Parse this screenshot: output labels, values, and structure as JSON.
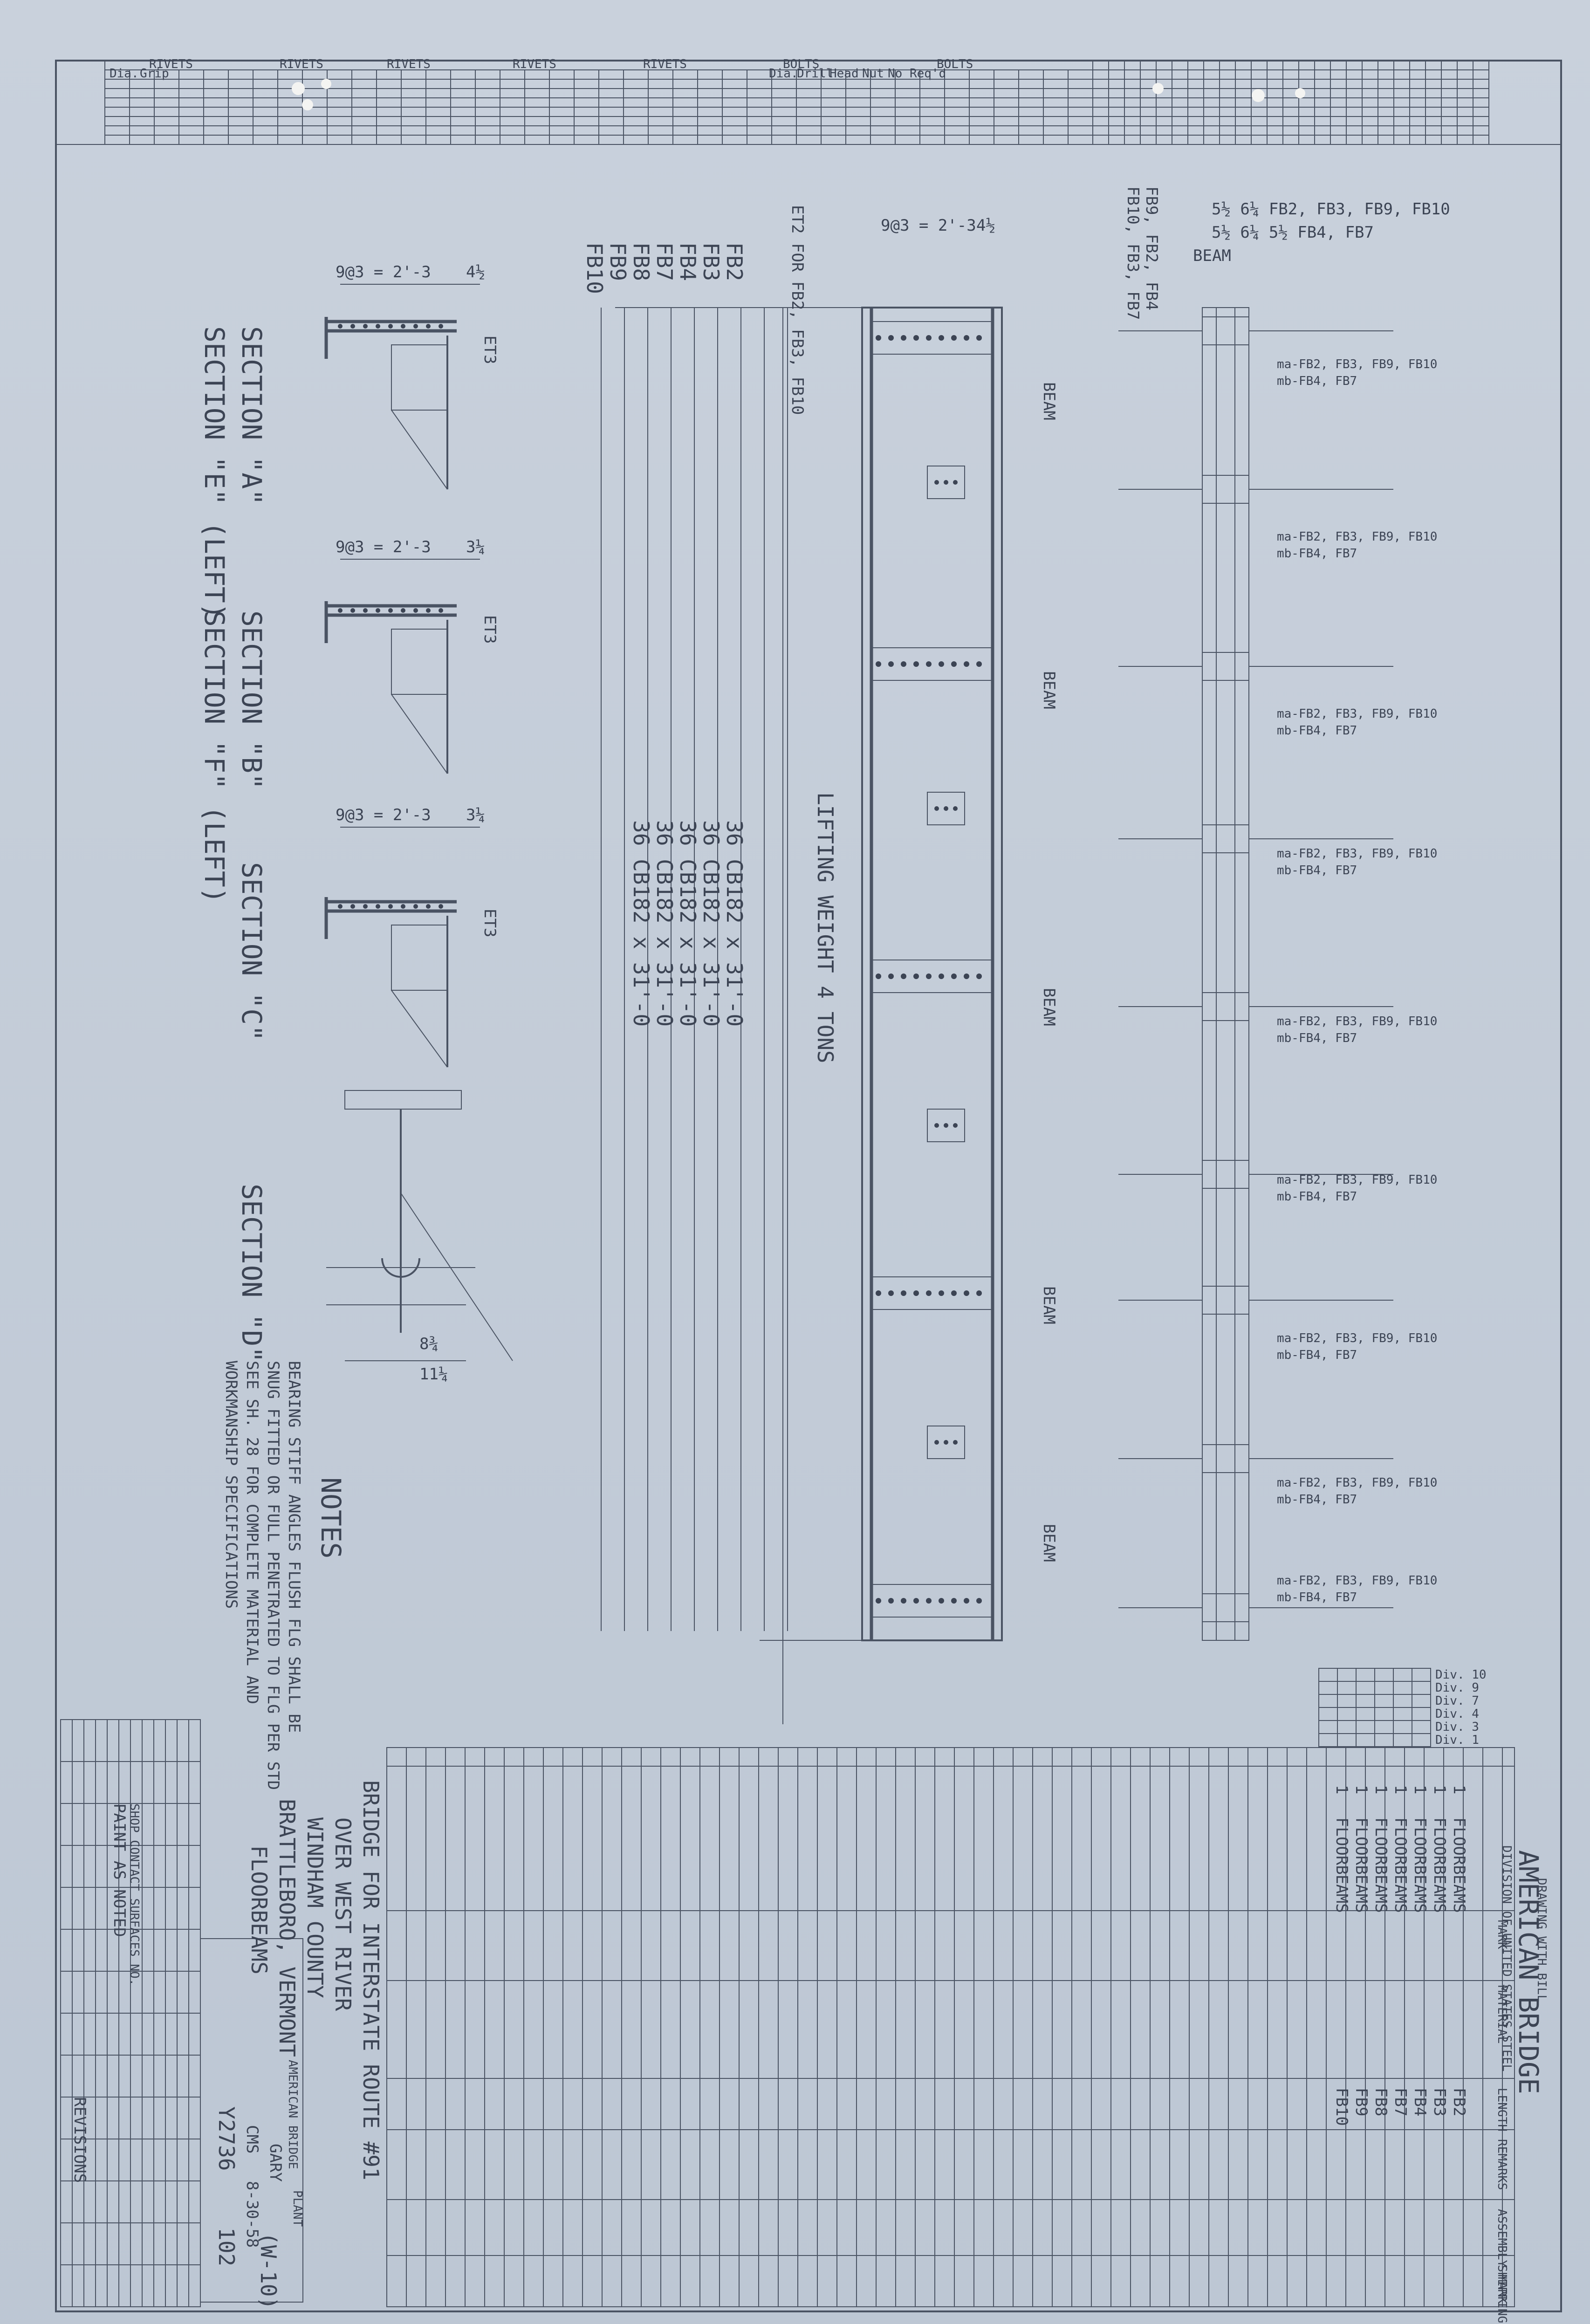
{
  "header_table": {
    "rivet_groups": [
      "RIVETS",
      "RIVETS",
      "RIVETS",
      "RIVETS",
      "RIVETS"
    ],
    "bolt_groups": [
      "BOLTS",
      "BOLTS"
    ],
    "rivet_cols": [
      "Dia.",
      "Grip"
    ],
    "bolt_cols": [
      "Dia.",
      "Drill",
      "Head",
      "Nut",
      "No Req'd"
    ]
  },
  "sections": {
    "a": {
      "title": "SECTION \"A\"",
      "sub": "SECTION \"E\" (LEFT)",
      "dim": "9@3 = 2'-3",
      "dim_end": "4½",
      "mark": "ET3"
    },
    "b": {
      "title": "SECTION \"B\"",
      "sub": "SECTION \"F\" (LEFT)",
      "dim": "9@3 = 2'-3",
      "dim_end": "3¼",
      "mark": "ET3"
    },
    "c": {
      "title": "SECTION \"C\"",
      "dim": "9@3 = 2'-3",
      "dim_end": "3¼",
      "mark": "ET3"
    },
    "d": {
      "title": "SECTION \"D\"",
      "dim1": "8¾",
      "dim2": "11¼"
    }
  },
  "notes": {
    "title": "NOTES",
    "lines": [
      "BEARING STIFF ANGLES FLUSH FLG SHALL BE",
      "SNUG FITTED OR FULL PENETRATED TO FLG PER STD",
      "SEE SH. 28 FOR COMPLETE MATERIAL AND",
      "WORKMANSHIP SPECIFICATIONS"
    ]
  },
  "main_view": {
    "lifting": "LIFTING WEIGHT 4 TONS",
    "top_dim": "9@3 = 2'-3",
    "top_dim_end": "4½",
    "marks_col": [
      "FB2",
      "FB3",
      "FB4",
      "FB7",
      "FB8",
      "FB9",
      "FB10"
    ],
    "sizes": [
      "36 CB182 x 31'-0",
      "36 CB182 x 31'-0",
      "36 CB182 x 31'-0",
      "36 CB182 x 31'-0",
      "36 CB182 x 31'-0"
    ],
    "et_label": "ET2 FOR FB2, FB3, FB10",
    "beam_label": "BEAM",
    "right_note": "FB10, FB3, FB7",
    "right_note2": "FB9, FB2, FB4",
    "right_dims": "5½ 6¼ FB2, FB3, FB9, FB10",
    "right_dims2": "5½ 6¼ 5½ FB4, FB7",
    "repeat_note": "ma-FB2, FB3, FB9, FB10",
    "repeat_note2": "mb-FB4, FB7"
  },
  "title_block": {
    "company": "AMERICAN BRIDGE",
    "company_sub": "DIVISION OF UNITED STATES STEEL",
    "drawing_with": "DRAWING WITH BILL",
    "project": [
      "BRIDGE FOR INTERSTATE ROUTE #91",
      "OVER WEST RIVER",
      "WINDHAM COUNTY",
      "BRATTLEBORO, VERMONT",
      "FLOORBEAMS"
    ],
    "order_no": "Y2736",
    "sheet_no": "102",
    "revision": "(W-10)",
    "drawn_by": "CMS",
    "date": "8-30-58",
    "made_at": "GARY",
    "plant": "PLANT",
    "revisions_label": "REVISIONS",
    "stamp_lines": [
      "PAINT AS NOTED",
      "SHOP CONTACT SURFACES NO."
    ]
  },
  "bill": {
    "headers": [
      "MARK",
      "MATERIAL",
      "LENGTH",
      "REMARKS",
      "ASSEMBLY MARK",
      "SHIPPING MARK"
    ],
    "rows": [
      {
        "name": "FLOORBEAMS",
        "mark": "FB2",
        "qty": "1"
      },
      {
        "name": "FLOORBEAMS",
        "mark": "FB3",
        "qty": "1"
      },
      {
        "name": "FLOORBEAMS",
        "mark": "FB4",
        "qty": "1"
      },
      {
        "name": "FLOORBEAMS",
        "mark": "FB7",
        "qty": "1"
      },
      {
        "name": "FLOORBEAMS",
        "mark": "FB8",
        "qty": "1"
      },
      {
        "name": "FLOORBEAMS",
        "mark": "FB9",
        "qty": "1"
      },
      {
        "name": "FLOORBEAMS",
        "mark": "FB10",
        "qty": "1"
      }
    ],
    "divs": [
      "Div. 10",
      "Div. 9",
      "Div. 7",
      "Div. 4",
      "Div. 3",
      "Div. 1"
    ]
  }
}
